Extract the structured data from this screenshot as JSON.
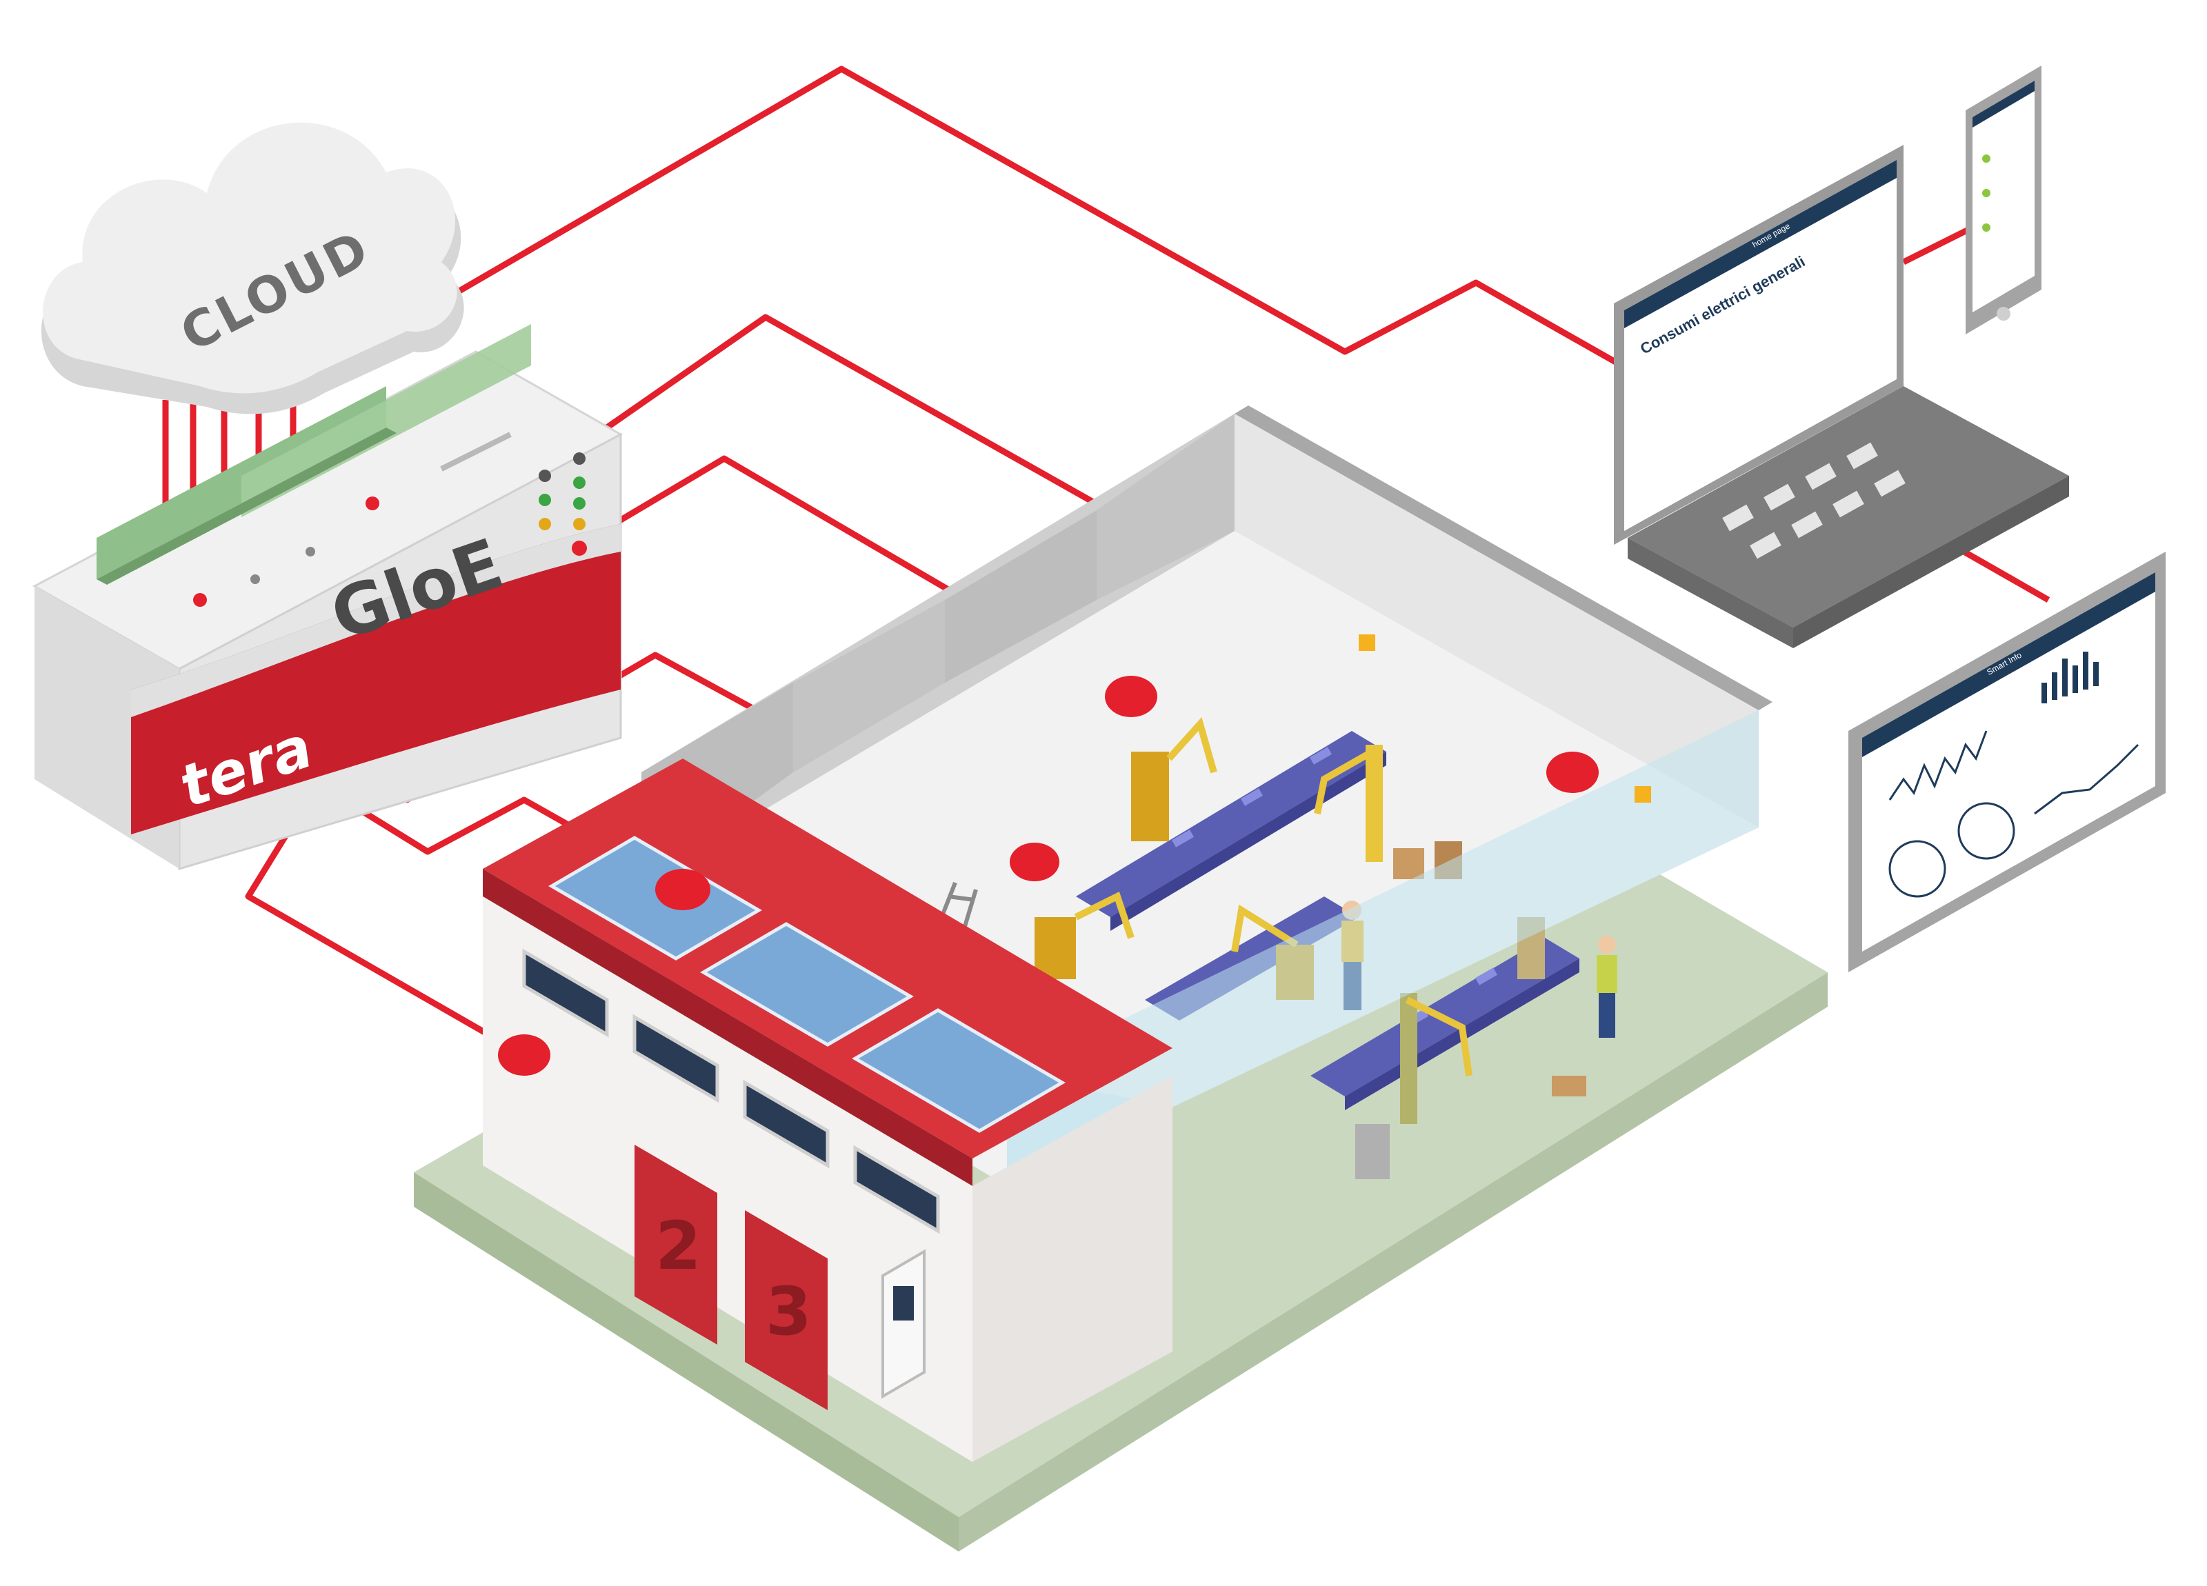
{
  "labels": {
    "cloud": "CLOUD",
    "controller": "GloE",
    "brand": "tera",
    "door_2": "2",
    "door_3": "3"
  },
  "laptop": {
    "header": "home page",
    "title": "Consumi elettrici generali"
  },
  "tablet": {
    "header": "Smart Info"
  },
  "colors": {
    "link": "#e3202c",
    "brand_red": "#c71f2b",
    "cloud": "#e9e9e9",
    "ui_header": "#1f3b5a",
    "ui_accent": "#8cc63f",
    "floor": "#cbd8c0",
    "glass": "#bfe3ee"
  },
  "icons": [
    "cloud-icon",
    "sensor-icon",
    "solar-panel-icon",
    "robot-arm-icon",
    "conveyor-icon",
    "worker-icon",
    "box-icon",
    "ladder-icon",
    "led-icon"
  ]
}
